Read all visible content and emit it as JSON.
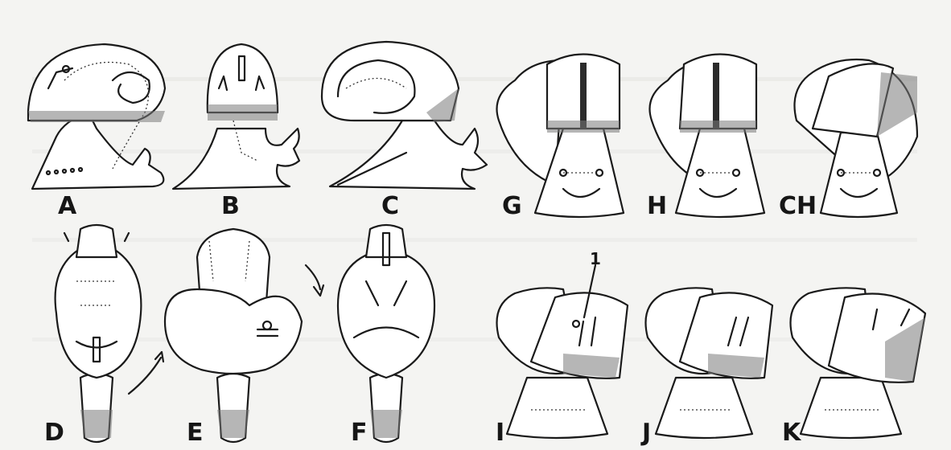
{
  "figure": {
    "panel_labels": {
      "A": "A",
      "B": "B",
      "C": "C",
      "D": "D",
      "E": "E",
      "F": "F",
      "G": "G",
      "H": "H",
      "CH": "CH",
      "I": "I",
      "J": "J",
      "K": "K"
    },
    "callout_number": "1"
  }
}
